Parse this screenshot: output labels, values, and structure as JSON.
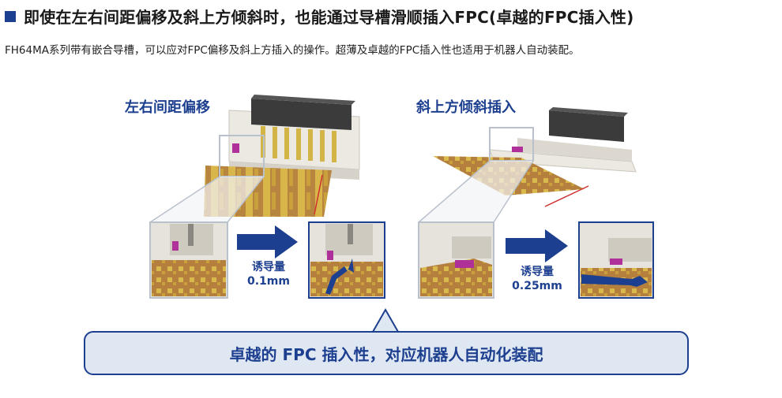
{
  "header": {
    "title": "即使在左右间距偏移及斜上方倾斜时，也能通过导槽滑顺插入FPC(卓越的FPC插入性)",
    "description": "FH64MA系列带有嵌合导槽，可以应对FPC偏移及斜上方插入的操作。超薄及卓越的FPC插入性也适用于机器人自动装配。"
  },
  "left_panel": {
    "label": "左右间距偏移",
    "arrow_text_line1": "诱导量",
    "arrow_text_line2": "0.1mm"
  },
  "right_panel": {
    "label": "斜上方倾斜插入",
    "arrow_text_line1": "诱导量",
    "arrow_text_line2": "0.25mm"
  },
  "banner": {
    "text": "卓越的 FPC 插入性，对应机器人自动化装配"
  },
  "colors": {
    "accent": "#1d3f8f",
    "banner_fill": "#dfe7f2",
    "guide_magenta": "#b0309a",
    "fpc_gold": "#c9a43a",
    "fpc_brown": "#a86a3c"
  }
}
